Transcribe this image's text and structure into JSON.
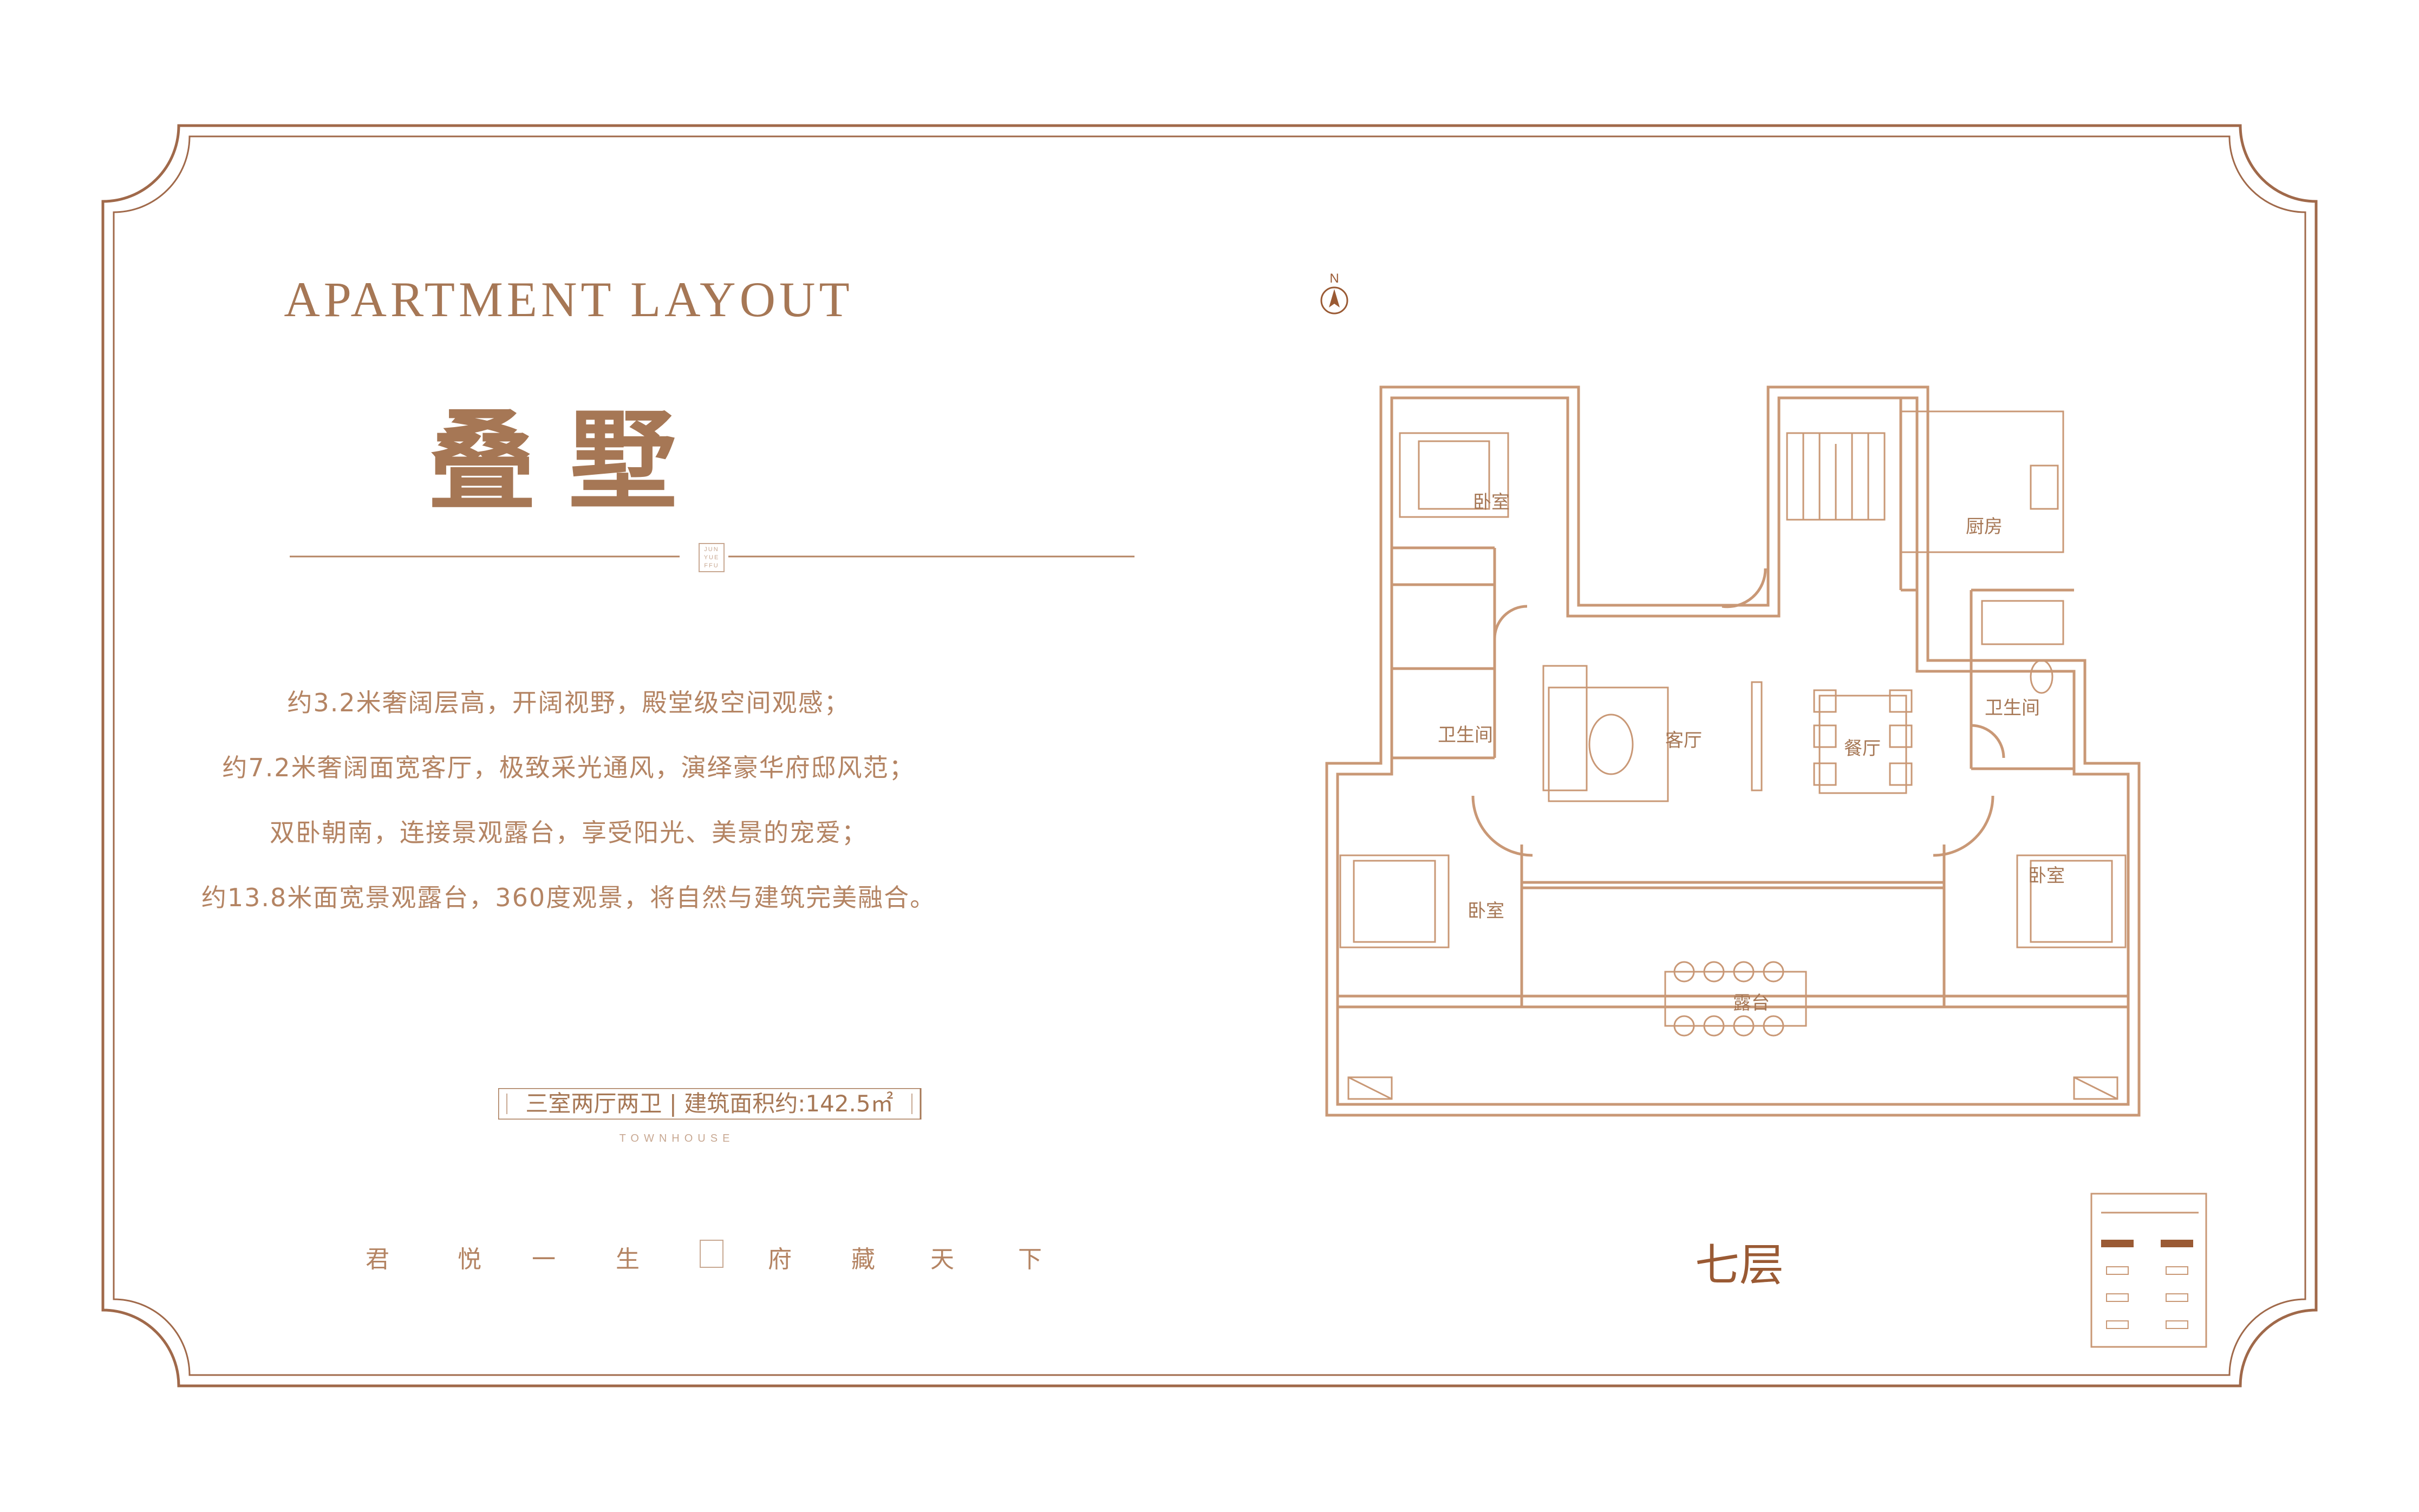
{
  "header": {
    "title_en": "APARTMENT LAYOUT",
    "title_cn": "叠墅"
  },
  "seal_text": "JUN YUE FFU",
  "description": [
    "约3.2米奢阔层高，开阔视野，殿堂级空间观感；",
    "约7.2米奢阔面宽客厅，极致采光通风，演绎豪华府邸风范；",
    "双卧朝南，连接景观露台，享受阳光、美景的宠爱；",
    "约13.8米面宽景观露台，360度观景，将自然与建筑完美融合。"
  ],
  "spec": {
    "text": "三室两厅两卫 | 建筑面积约:142.5㎡",
    "sub": "TOWNHOUSE"
  },
  "slogan": [
    "君",
    "悦",
    "一",
    "生",
    "府",
    "藏",
    "天",
    "下"
  ],
  "floor_label": "七层",
  "compass": {
    "label": "N",
    "icon": "compass-north-icon"
  },
  "rooms": {
    "bedroom_nw": "卧室",
    "bath_w": "卫生间",
    "living": "客厅",
    "dining": "餐厅",
    "kitchen": "厨房",
    "bath_e": "卫生间",
    "bedroom_sw": "卧室",
    "bedroom_se": "卧室",
    "terrace": "露台"
  },
  "colors": {
    "border": "#a0694a",
    "text": "#a67755",
    "plan_line": "#c99876",
    "floor_label": "#9a5a34"
  }
}
